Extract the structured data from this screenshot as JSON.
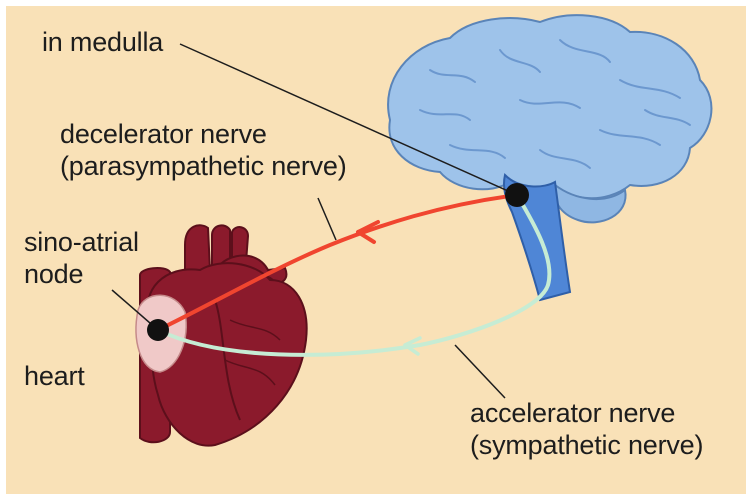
{
  "labels": {
    "medulla": "in medulla",
    "decelerator_line1": "decelerator nerve",
    "decelerator_line2": "(parasympathetic nerve)",
    "sa_node_line1": "sino-atrial",
    "sa_node_line2": "node",
    "heart": "heart",
    "accelerator_line1": "accelerator nerve",
    "accelerator_line2": "(sympathetic nerve)"
  },
  "colors": {
    "background": "#f9e1b7",
    "brain": "#9ec3ea",
    "brainstem": "#4f86d6",
    "heart": "#8b1a2c",
    "heart_light": "#f0c9c8",
    "decelerator": "#f0452f",
    "accelerator": "#c6ecd4"
  }
}
